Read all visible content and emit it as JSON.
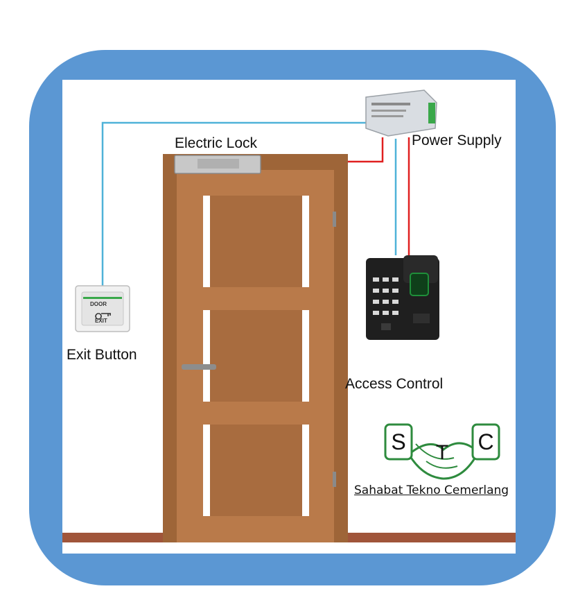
{
  "labels": {
    "electric_lock": "Electric Lock",
    "power_supply": "Power Supply",
    "exit_button": "Exit Button",
    "access_control": "Access Control"
  },
  "exit_button_face": {
    "top_text": "DOOR",
    "bottom_text": "EXIT"
  },
  "logo": {
    "letters": [
      "S",
      "T",
      "C"
    ],
    "tagline": "Sahabat Tekno Cemerlang"
  },
  "colors": {
    "frame_blue": "#5b97d3",
    "wire_blue": "#4fb2d8",
    "wire_red": "#e02020",
    "door_wood": "#b97a4a",
    "floor": "#a0553a",
    "logo_green": "#2e8b3e"
  }
}
